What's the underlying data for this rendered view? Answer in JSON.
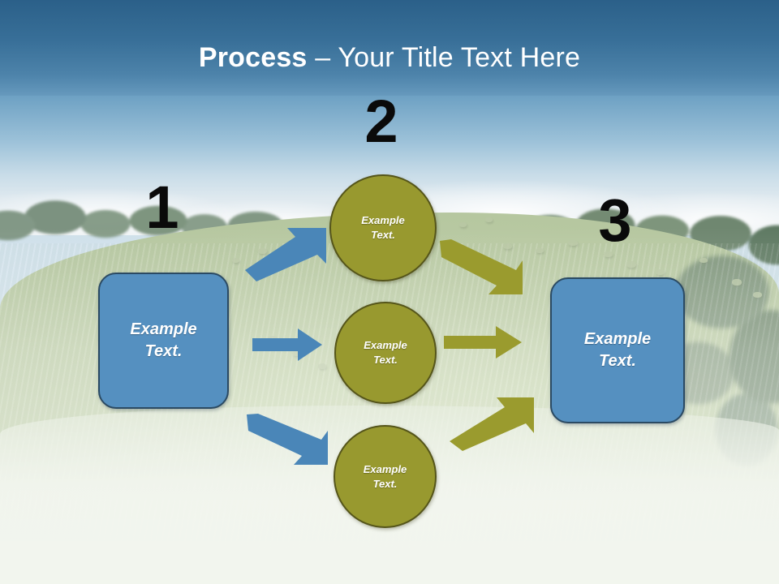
{
  "slide": {
    "title_strong": "Process",
    "title_rest": " – Your Title Text Here",
    "background_name": "green-hillside-meadow-photo"
  },
  "theme": {
    "title_band_color": "#2b6089",
    "title_text_color": "#ffffff",
    "box_fill": "#5590c0",
    "box_border": "#2b4a63",
    "circle_fill": "#98992f",
    "circle_border": "#55551a",
    "blue_arrow_color": "#4a86b8",
    "olive_arrow_color": "#9a9b2e",
    "number_color": "#0a0a0a"
  },
  "steps": [
    {
      "number": "1",
      "name": "step-one"
    },
    {
      "number": "2",
      "name": "step-two"
    },
    {
      "number": "3",
      "name": "step-three"
    }
  ],
  "nodes": {
    "start_box": {
      "label": "Example\nText."
    },
    "circle_top": {
      "label": "Example\nText."
    },
    "circle_middle": {
      "label": "Example\nText."
    },
    "circle_bottom": {
      "label": "Example\nText."
    },
    "end_box": {
      "label": "Example\nText."
    }
  },
  "connectors": [
    {
      "name": "arrow-start-to-top",
      "color": "#4a86b8",
      "direction": "up-right"
    },
    {
      "name": "arrow-start-to-middle",
      "color": "#4a86b8",
      "direction": "right"
    },
    {
      "name": "arrow-start-to-bottom",
      "color": "#4a86b8",
      "direction": "down-right"
    },
    {
      "name": "arrow-top-to-end",
      "color": "#9a9b2e",
      "direction": "down-right"
    },
    {
      "name": "arrow-middle-to-end",
      "color": "#9a9b2e",
      "direction": "right"
    },
    {
      "name": "arrow-bottom-to-end",
      "color": "#9a9b2e",
      "direction": "up-right"
    }
  ]
}
